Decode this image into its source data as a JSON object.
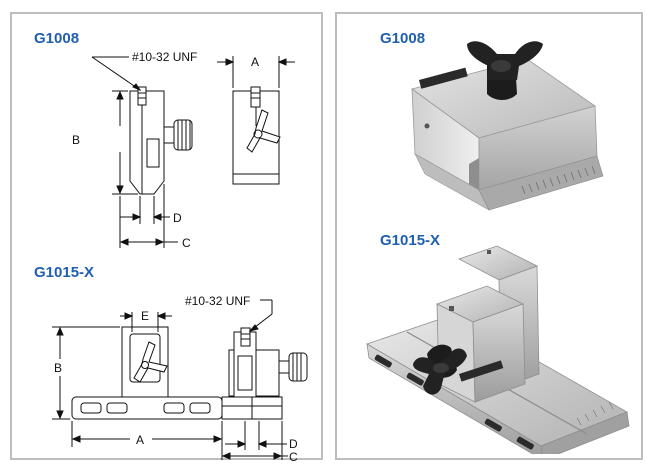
{
  "left_panel": {
    "g1008": {
      "title": "G1008",
      "thread_label": "#10-32 UNF",
      "dim_a": "A",
      "dim_b": "B",
      "dim_c": "C",
      "dim_d": "D"
    },
    "g1015x": {
      "title": "G1015-X",
      "thread_label": "#10-32 UNF",
      "dim_a": "A",
      "dim_b": "B",
      "dim_c": "C",
      "dim_d": "D",
      "dim_e": "E"
    }
  },
  "right_panel": {
    "g1008_title": "G1008",
    "g1015x_title": "G1015-X"
  },
  "colors": {
    "title_blue": "#1f5fb0",
    "panel_border": "#bdbdbd",
    "metal": "#c9c9c9",
    "knob": "#1c1c1c"
  }
}
